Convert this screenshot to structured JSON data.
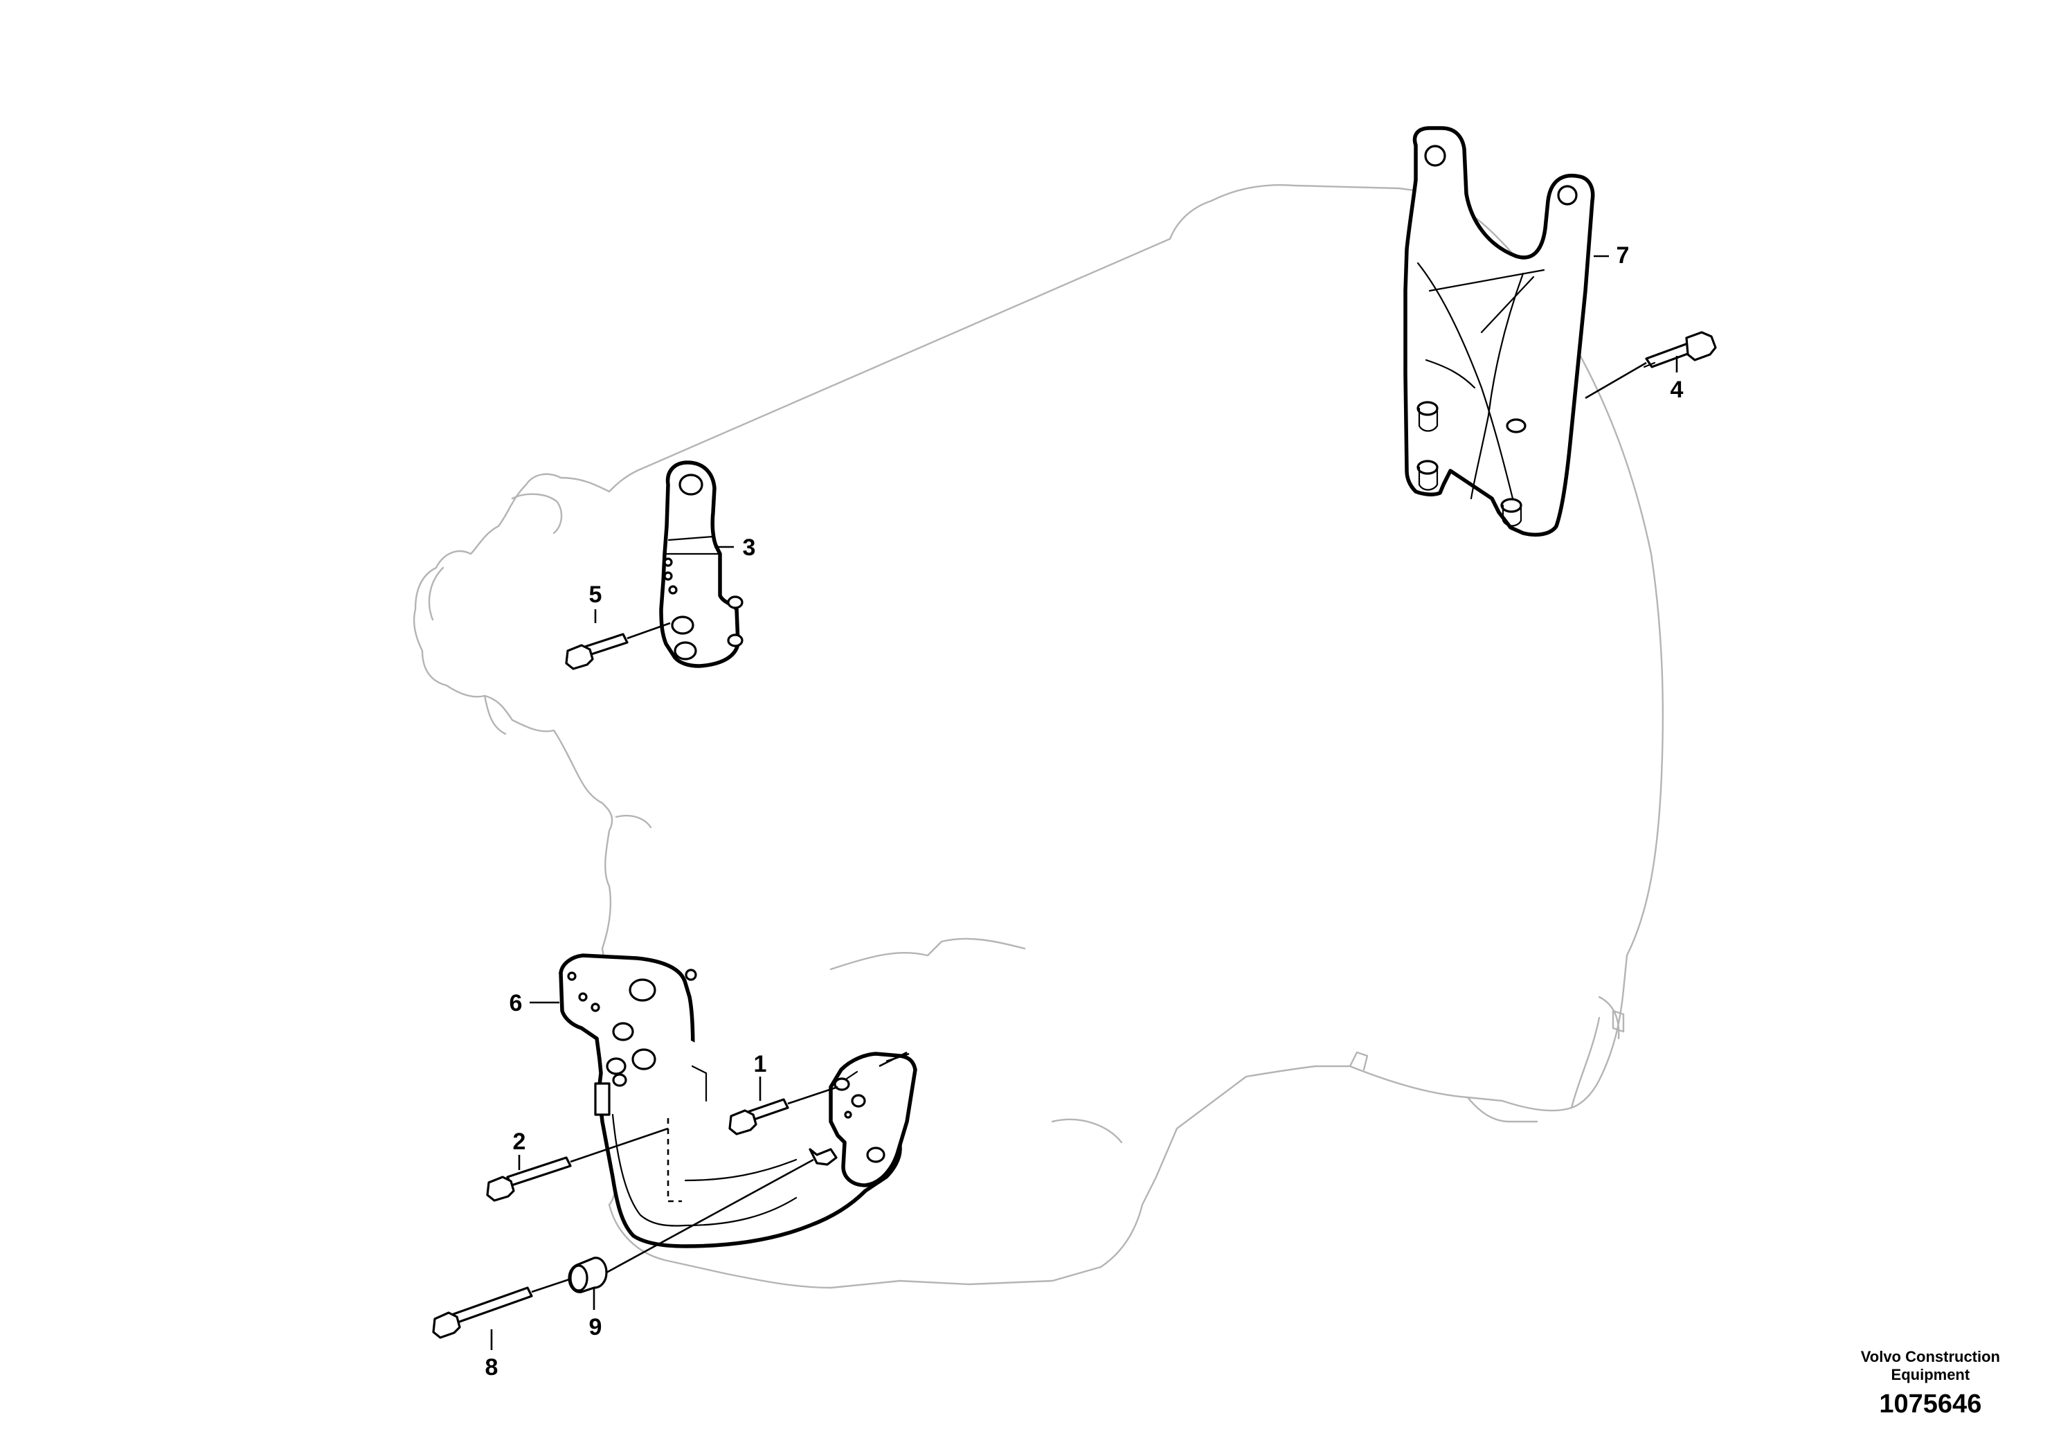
{
  "callouts": {
    "c1": "1",
    "c2": "2",
    "c3": "3",
    "c4": "4",
    "c5": "5",
    "c6": "6",
    "c7": "7",
    "c8": "8",
    "c9": "9"
  },
  "footer": {
    "brand_line1": "Volvo Construction",
    "brand_line2": "Equipment",
    "drawing_number": "1075646"
  },
  "colors": {
    "part_outline": "#000000",
    "engine_ghost": "#b4b4b4",
    "background": "#ffffff"
  }
}
